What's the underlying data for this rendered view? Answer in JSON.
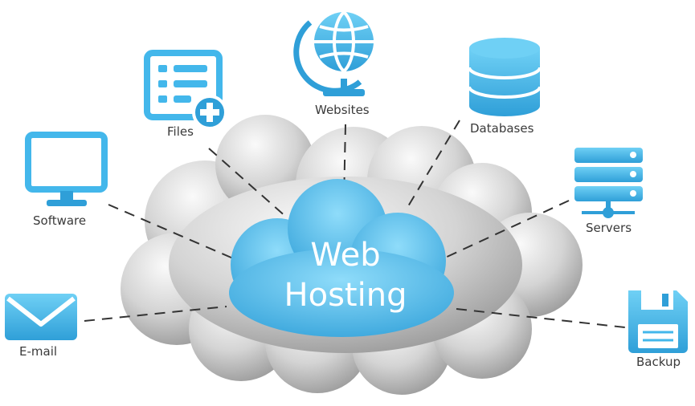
{
  "center": {
    "line1": "Web",
    "line2": "Hosting"
  },
  "nodes": {
    "files": "Files",
    "websites": "Websites",
    "databases": "Databases",
    "software": "Software",
    "servers": "Servers",
    "email": "E-mail",
    "backup": "Backup"
  },
  "colors": {
    "icon_blue_light": "#5ec8f2",
    "icon_blue_dark": "#2f9fd8",
    "cloud_grey_light": "#f2f2f2",
    "cloud_grey_dark": "#9a9a9a",
    "line": "#333333",
    "label_text": "#3a3a3a",
    "center_text": "#ffffff"
  },
  "icons": [
    "document-list-plus-icon",
    "globe-icon",
    "database-icon",
    "monitor-icon",
    "server-rack-icon",
    "envelope-icon",
    "floppy-disk-icon"
  ]
}
